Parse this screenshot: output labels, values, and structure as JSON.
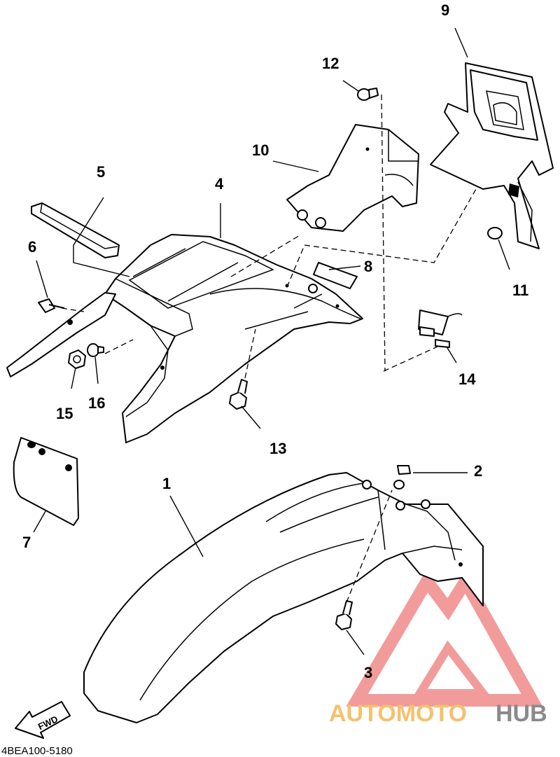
{
  "diagram": {
    "drawing_code": "4BEA100-5180",
    "direction_label": "FWD",
    "callouts": [
      "1",
      "2",
      "3",
      "4",
      "5",
      "6",
      "7",
      "8",
      "9",
      "10",
      "11",
      "12",
      "13",
      "14",
      "15",
      "16"
    ]
  },
  "watermark": {
    "brand_part1": "AUTOMOTO",
    "brand_part2": "HUB",
    "color_primary": "#f08a8a",
    "color_accent": "#f5c16c",
    "color_dark": "#8a8a8a"
  }
}
